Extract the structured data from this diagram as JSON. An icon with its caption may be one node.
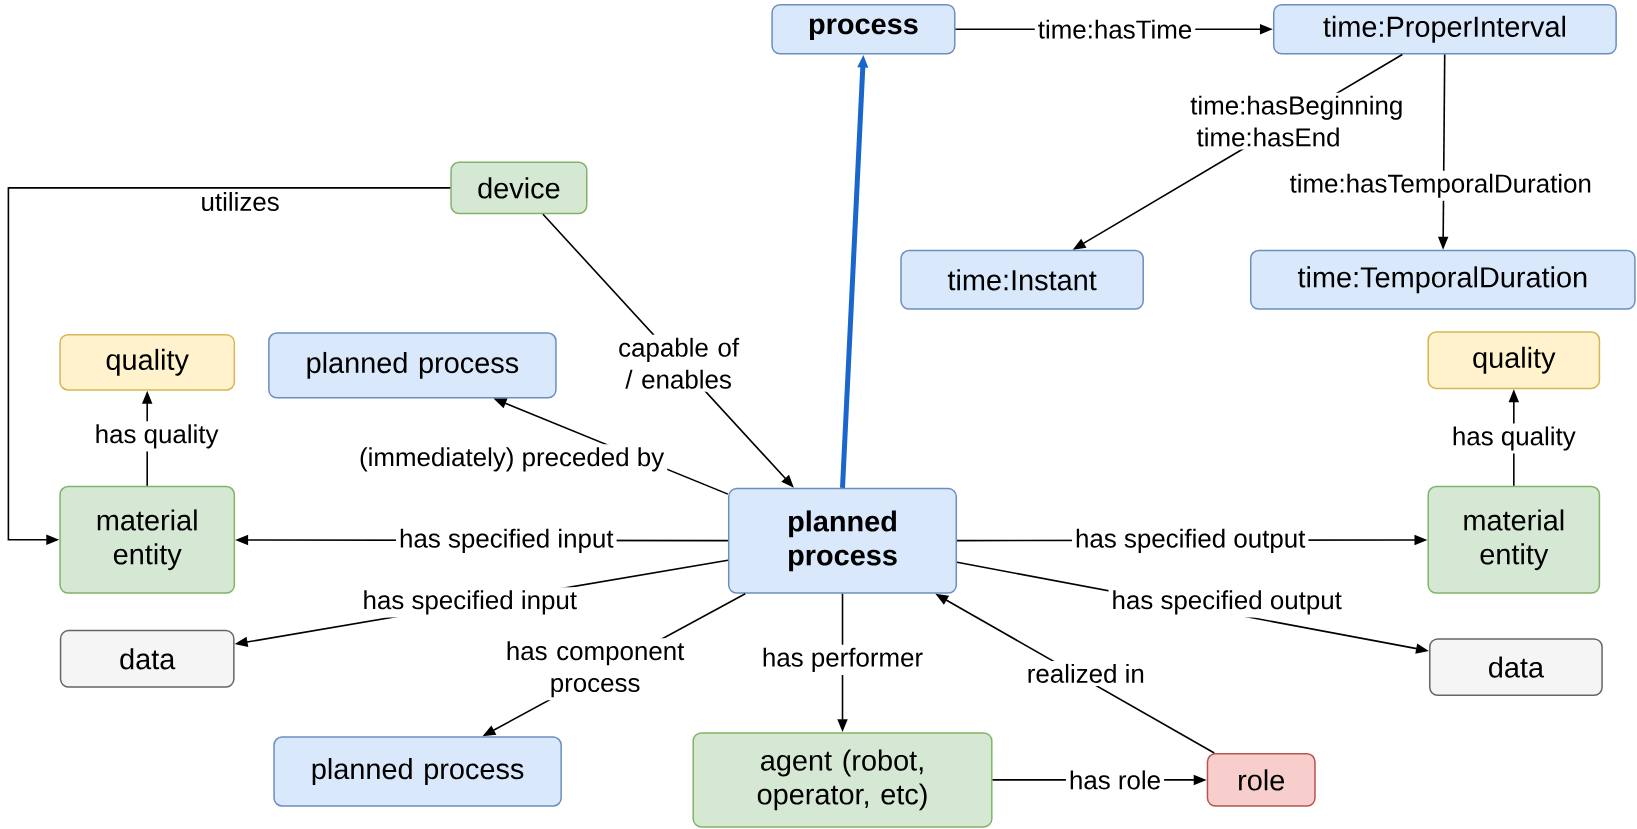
{
  "diagram": {
    "nodes": [
      {
        "text": [
          "process"
        ]
      },
      {
        "text": [
          "time:ProperInterval"
        ]
      },
      {
        "text": [
          "time:Instant"
        ]
      },
      {
        "text": [
          "time:TemporalDuration"
        ]
      },
      {
        "text": [
          "device"
        ]
      },
      {
        "text": [
          "quality"
        ]
      },
      {
        "text": [
          "planned process"
        ]
      },
      {
        "text": [
          "quality"
        ]
      },
      {
        "text": [
          "material entity"
        ]
      },
      {
        "text": [
          "planned process"
        ]
      },
      {
        "text": [
          "material entity"
        ]
      },
      {
        "text": [
          "data"
        ]
      },
      {
        "text": [
          "data"
        ]
      },
      {
        "text": [
          "planned process"
        ]
      },
      {
        "text": [
          "agent (robot, operator, etc)"
        ]
      },
      {
        "text": [
          "role"
        ]
      }
    ],
    "edges": [
      {
        "from": 9,
        "to": 0,
        "arrow": "to",
        "style": "thick",
        "color": "#1a66cc"
      },
      {
        "from": 0,
        "to": 1,
        "arrow": "to",
        "label": "time:hasTime"
      },
      {
        "from": 1,
        "to": 2,
        "arrow": "to",
        "label": "time:hasBeginning time:hasEnd"
      },
      {
        "from": 1,
        "to": 3,
        "arrow": "to",
        "label": "time:hasTemporalDuration"
      },
      {
        "from": 4,
        "to": 8,
        "arrow": "to",
        "label": "utilizes"
      },
      {
        "from": 4,
        "to": 9,
        "arrow": "to",
        "label": "capable of / enables"
      },
      {
        "from": 9,
        "to": 6,
        "arrow": "to",
        "label": "(immediately) preceded by"
      },
      {
        "from": 8,
        "to": 5,
        "arrow": "to",
        "label": "has quality"
      },
      {
        "from": 10,
        "to": 7,
        "arrow": "to",
        "label": "has quality"
      },
      {
        "from": 9,
        "to": 8,
        "arrow": "to",
        "label": "has specified input"
      },
      {
        "from": 9,
        "to": 10,
        "arrow": "to",
        "label": "has specified output"
      },
      {
        "from": 9,
        "to": 11,
        "arrow": "to",
        "label": "has specified input"
      },
      {
        "from": 9,
        "to": 12,
        "arrow": "to",
        "label": "has specified output"
      },
      {
        "from": 9,
        "to": 13,
        "arrow": "to",
        "label": "has component process"
      },
      {
        "from": 9,
        "to": 14,
        "arrow": "to",
        "label": "has performer"
      },
      {
        "from": 15,
        "to": 9,
        "arrow": "to",
        "label": "realized in"
      },
      {
        "from": 14,
        "to": 15,
        "arrow": "to",
        "label": "has role"
      }
    ]
  }
}
